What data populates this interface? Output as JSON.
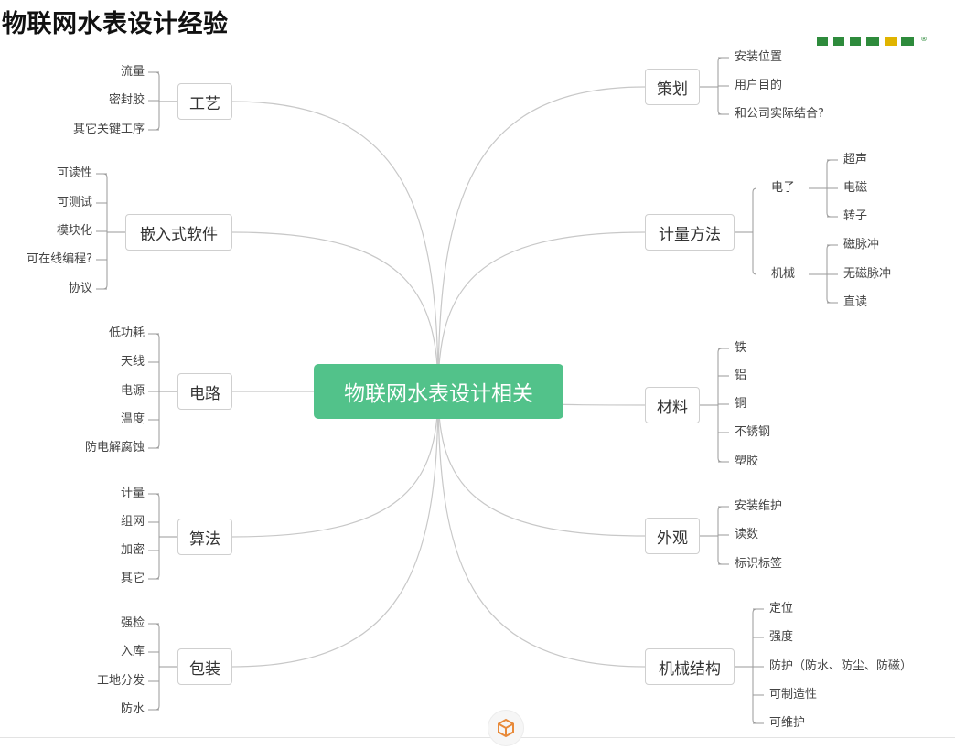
{
  "page_title": "物联网水表设计经验",
  "logo_mark": "®",
  "colors": {
    "center_fill": "#52c28a",
    "logo_green": "#2e8b3c",
    "logo_yellow": "#e0b400"
  },
  "icons": {
    "footer": "cube-logo-icon"
  },
  "center": "物联网水表设计相关",
  "left": [
    {
      "label": "工艺",
      "items": [
        "流量",
        "密封胶",
        "其它关键工序"
      ]
    },
    {
      "label": "嵌入式软件",
      "items": [
        "可读性",
        "可测试",
        "模块化",
        "可在线编程?",
        "协议"
      ]
    },
    {
      "label": "电路",
      "items": [
        "低功耗",
        "天线",
        "电源",
        "温度",
        "防电解腐蚀"
      ]
    },
    {
      "label": "算法",
      "items": [
        "计量",
        "组网",
        "加密",
        "其它"
      ]
    },
    {
      "label": "包装",
      "items": [
        "强检",
        "入库",
        "工地分发",
        "防水"
      ]
    }
  ],
  "right": [
    {
      "label": "策划",
      "items": [
        "安装位置",
        "用户目的",
        "和公司实际结合?"
      ]
    },
    {
      "label": "计量方法",
      "groups": [
        {
          "label": "电子",
          "items": [
            "超声",
            "电磁",
            "转子"
          ]
        },
        {
          "label": "机械",
          "items": [
            "磁脉冲",
            "无磁脉冲",
            "直读"
          ]
        }
      ]
    },
    {
      "label": "材料",
      "items": [
        "铁",
        "铝",
        "铜",
        "不锈钢",
        "塑胶"
      ]
    },
    {
      "label": "外观",
      "items": [
        "安装维护",
        "读数",
        "标识标签"
      ]
    },
    {
      "label": "机械结构",
      "items": [
        "定位",
        "强度",
        "防护（防水、防尘、防磁）",
        "可制造性",
        "可维护"
      ]
    }
  ]
}
